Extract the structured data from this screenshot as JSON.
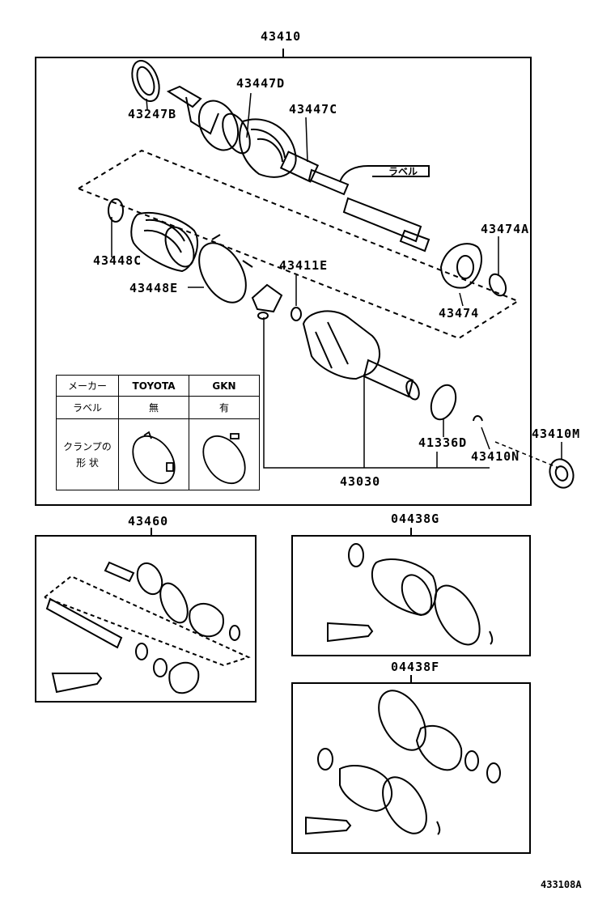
{
  "labels": {
    "main_assembly": "43410",
    "seal_outer": "43247B",
    "boot_clamp_d": "43447D",
    "boot_clamp_c": "43447C",
    "label_tag": "ラベル",
    "boot_inner": "43448C",
    "clamp_large": "43448E",
    "snap_ring": "43411E",
    "dust_cover": "43474",
    "dust_cover_clamp": "43474A",
    "oil_seal": "41336D",
    "clip": "43410N",
    "bearing": "43410M",
    "inner_joint": "43030",
    "shaft_assy": "43460",
    "boot_kit_g": "04438G",
    "boot_kit_f": "04438F",
    "diagram_code": "433108A"
  },
  "table": {
    "header": [
      "メーカー",
      "TOYOTA",
      "GKN"
    ],
    "label_row": [
      "ラベル",
      "無",
      "有"
    ],
    "shape_row_label": "クランプの 形 状"
  }
}
